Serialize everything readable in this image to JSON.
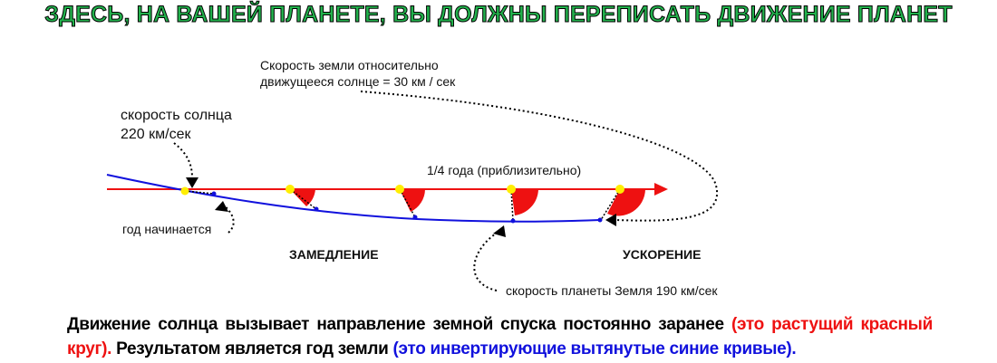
{
  "title": "ЗДЕСЬ, НА ВАШЕЙ ПЛАНЕТЕ, ВЫ ДОЛЖНЫ ПЕРЕПИСАТЬ ДВИЖЕНИЕ ПЛАНЕТ",
  "labels": {
    "earth_speed_line1": "Скорость  земли  относительно",
    "earth_speed_line2": "движущееся солнце = 30 км / сек",
    "sun_speed_line1": "скорость солнца",
    "sun_speed_line2": "220 км/сек",
    "quarter_year": "1/4 года (приблизительно)",
    "year_begins": "год начинается",
    "slowing": "ЗАМЕДЛЕНИЕ",
    "acceleration": "УСКОРЕНИЕ",
    "planet_speed": "скорость планеты Земля 190 км/сек"
  },
  "caption": {
    "part1": "Движение солнца вызывает направление земной спуска постоянно заранее ",
    "part2": "(это растущий красный круг).",
    "part3": " Результатом является год земли ",
    "part4": "(это инвертирующие вытянутые синие кривые)."
  },
  "colors": {
    "title": "#22b14c",
    "sun_path": "#ee1111",
    "earth_path": "#1111dd",
    "sun": "#ffee00",
    "sector": "#ee1111"
  }
}
